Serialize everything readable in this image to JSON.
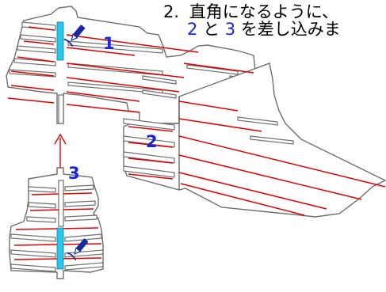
{
  "instruction": {
    "step": "2.",
    "line1": "直角になるように、",
    "line2_part1": "2",
    "line2_part2": "と",
    "line2_part3": "3",
    "line2_part4": "を差し込みま"
  },
  "labels": {
    "part1": "1",
    "part2": "2",
    "part3": "3"
  },
  "colors": {
    "label_blue": "#1a24d8",
    "rib_red": "#e00000",
    "slit_cyan": "#27c8ea",
    "outline_gray": "#6e6e6e",
    "arrow_red": "#e00000"
  },
  "icons": {
    "pencil_top": "pencil-icon",
    "pencil_bottom": "pencil-icon",
    "arrow": "arrow-up-icon"
  }
}
